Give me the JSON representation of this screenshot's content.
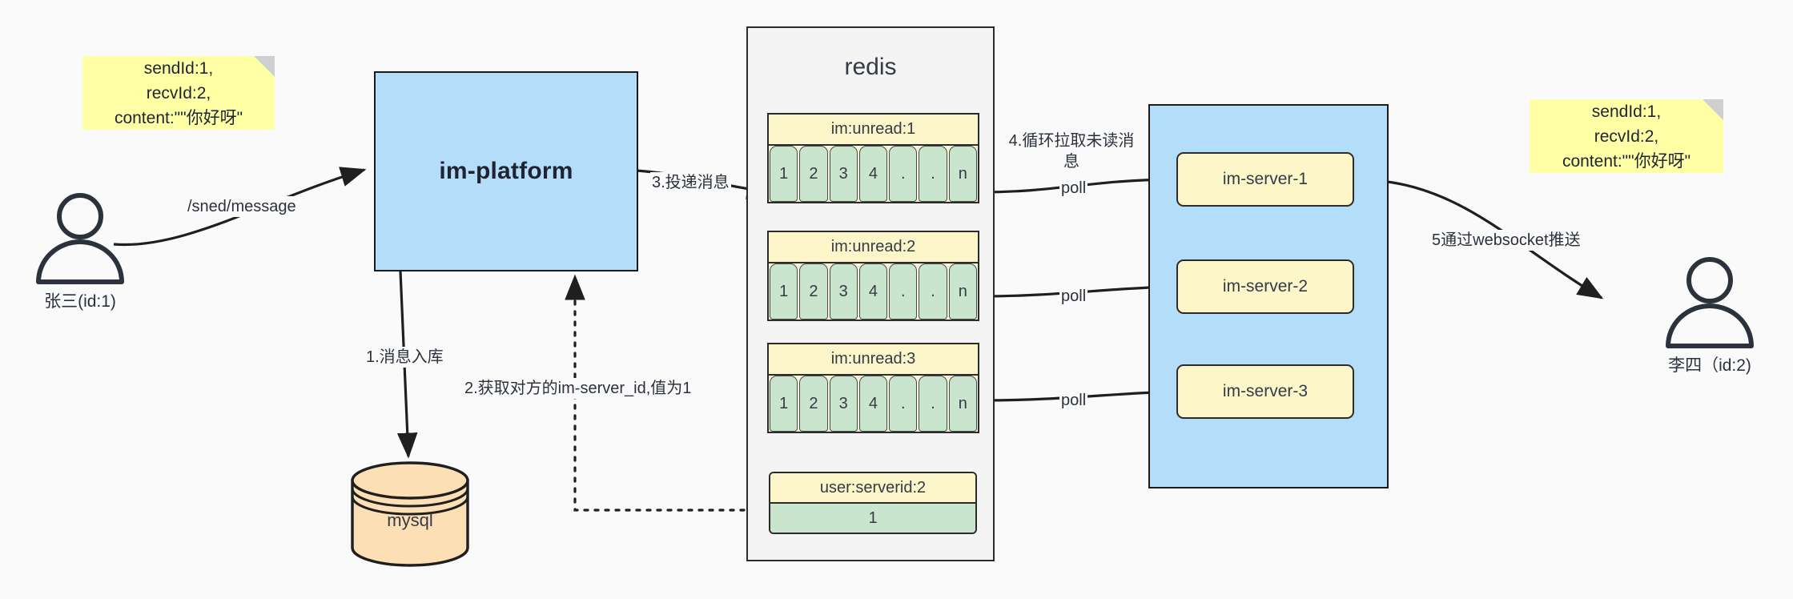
{
  "diagram": {
    "title": "IM message delivery architecture",
    "colors": {
      "background": "#fafafa",
      "note": "#ffffa6",
      "blue": "#b3ddf9",
      "redis_panel": "#f4f4f4",
      "list_header": "#fdf6ca",
      "cell_green": "#c9e5cd",
      "server_yellow": "#fdf6c8",
      "mysql_orange": "#fcdfb4",
      "stroke": "#1f1f1f"
    }
  },
  "notes": {
    "left": "sendId:1,\nrecvId:2,\ncontent:\"\"你好呀\"",
    "right": "sendId:1,\nrecvId:2,\ncontent:\"\"你好呀\""
  },
  "actors": {
    "sender": {
      "name": "张三(id:1)",
      "icon": "user-icon"
    },
    "receiver": {
      "name": "李四（id:2)",
      "icon": "user-icon"
    }
  },
  "platform": {
    "label": "im-platform"
  },
  "database": {
    "label": "mysql",
    "icon": "database-cylinder-icon"
  },
  "redis": {
    "title": "redis",
    "lists": [
      {
        "key": "im:unread:1",
        "cells": [
          "1",
          "2",
          "3",
          "4",
          ".",
          ".",
          "n"
        ]
      },
      {
        "key": "im:unread:2",
        "cells": [
          "1",
          "2",
          "3",
          "4",
          ".",
          ".",
          "n"
        ]
      },
      {
        "key": "im:unread:3",
        "cells": [
          "1",
          "2",
          "3",
          "4",
          ".",
          ".",
          "n"
        ]
      }
    ],
    "kv": {
      "key": "user:serverid:2",
      "value": "1"
    }
  },
  "servers": {
    "items": [
      {
        "label": "im-server-1"
      },
      {
        "label": "im-server-2"
      },
      {
        "label": "im-server-3"
      }
    ]
  },
  "edges": {
    "send_message": "/sned/message",
    "step1": "1.消息入库",
    "step2": "2.获取对方的im-server_id,值为1",
    "step3": "3.投递消息",
    "step4": "4.循环拉取未读消\n息",
    "poll1": "poll",
    "poll2": "poll",
    "poll3": "poll",
    "step5": "5通过websocket推送"
  }
}
